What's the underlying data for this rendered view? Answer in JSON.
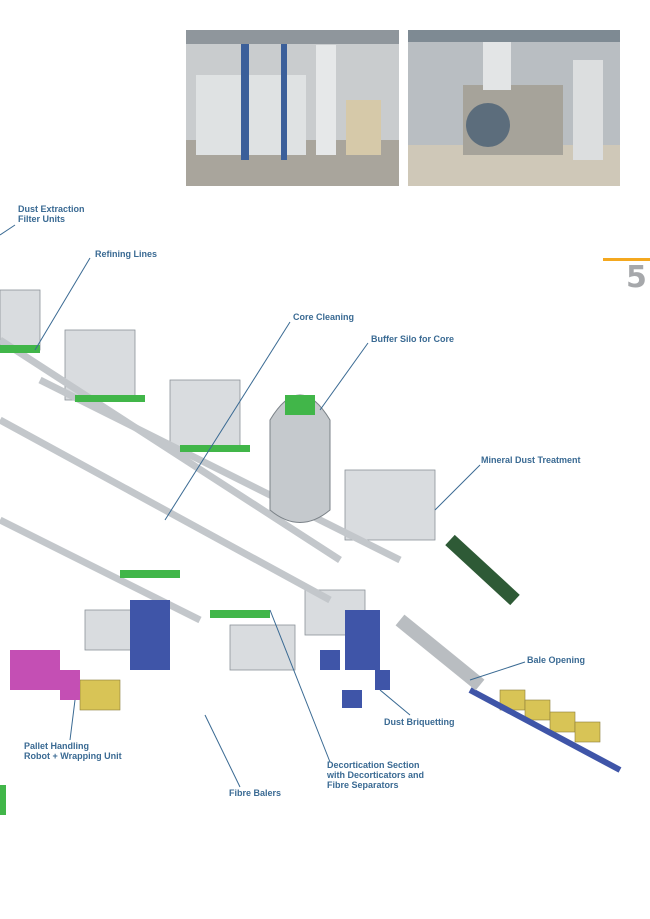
{
  "page_number": "5",
  "accent_color": "#f4a81f",
  "label_color": "#3a6a93",
  "labels": {
    "dust_extraction": "Dust Extraction\nFilter Units",
    "refining_lines": "Refining Lines",
    "core_cleaning": "Core Cleaning",
    "buffer_silo": "Buffer Silo for Core",
    "mineral_dust": "Mineral Dust Treatment",
    "bale_opening": "Bale Opening",
    "dust_briquetting": "Dust Briquetting",
    "pallet_handling": "Pallet Handling\nRobot + Wrapping Unit",
    "decortication": "Decortication Section\nwith Decorticators and\nFibre Separators",
    "fibre_balers": "Fibre Balers"
  }
}
